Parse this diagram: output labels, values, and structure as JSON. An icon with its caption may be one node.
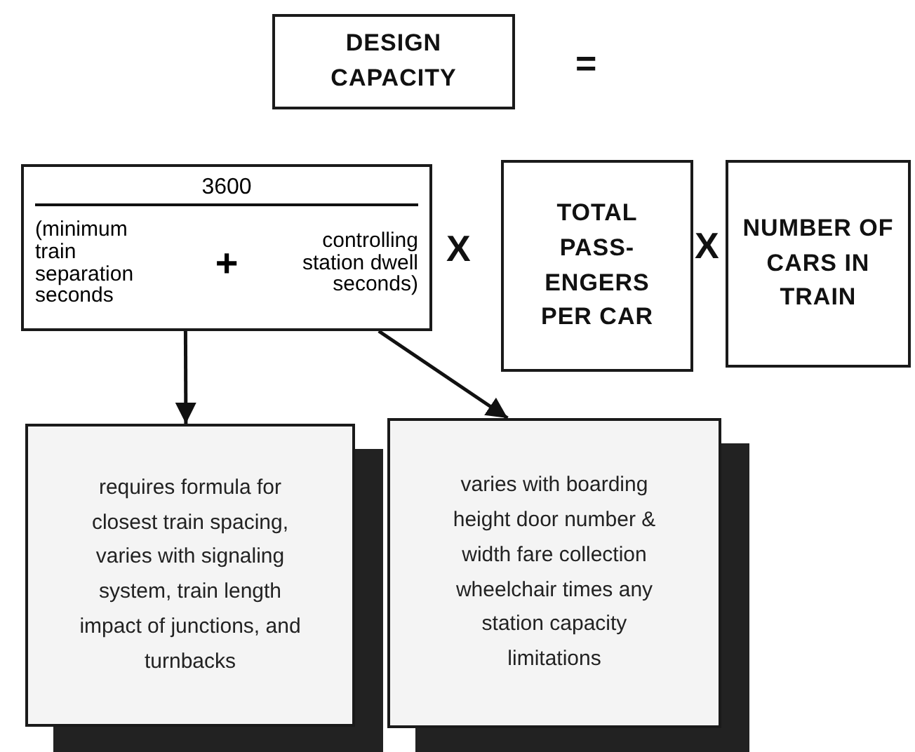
{
  "diagram": {
    "nodes": [
      {
        "text": [
          "DESIGN CAPACITY"
        ]
      },
      {
        "text": [
          "3600",
          "(minimum train separation seconds",
          "+",
          "controlling station dwell seconds)"
        ]
      },
      {
        "text": [
          "TOTAL PASS- ENGERS PER CAR"
        ]
      },
      {
        "text": [
          "NUMBER OF CARS IN TRAIN"
        ]
      },
      {
        "text": [
          "requires formula for closest train spacing, varies with signaling system, train length impact of junctions, and turnbacks"
        ]
      },
      {
        "text": [
          "varies with boarding height door number & width fare collection wheelchair times any station capacity limitations"
        ]
      }
    ],
    "edges": [
      {
        "from": 1,
        "to": 4,
        "arrow": "to"
      },
      {
        "from": 1,
        "to": 5,
        "arrow": "to"
      }
    ],
    "labels": [
      "=",
      "X",
      "X"
    ]
  }
}
